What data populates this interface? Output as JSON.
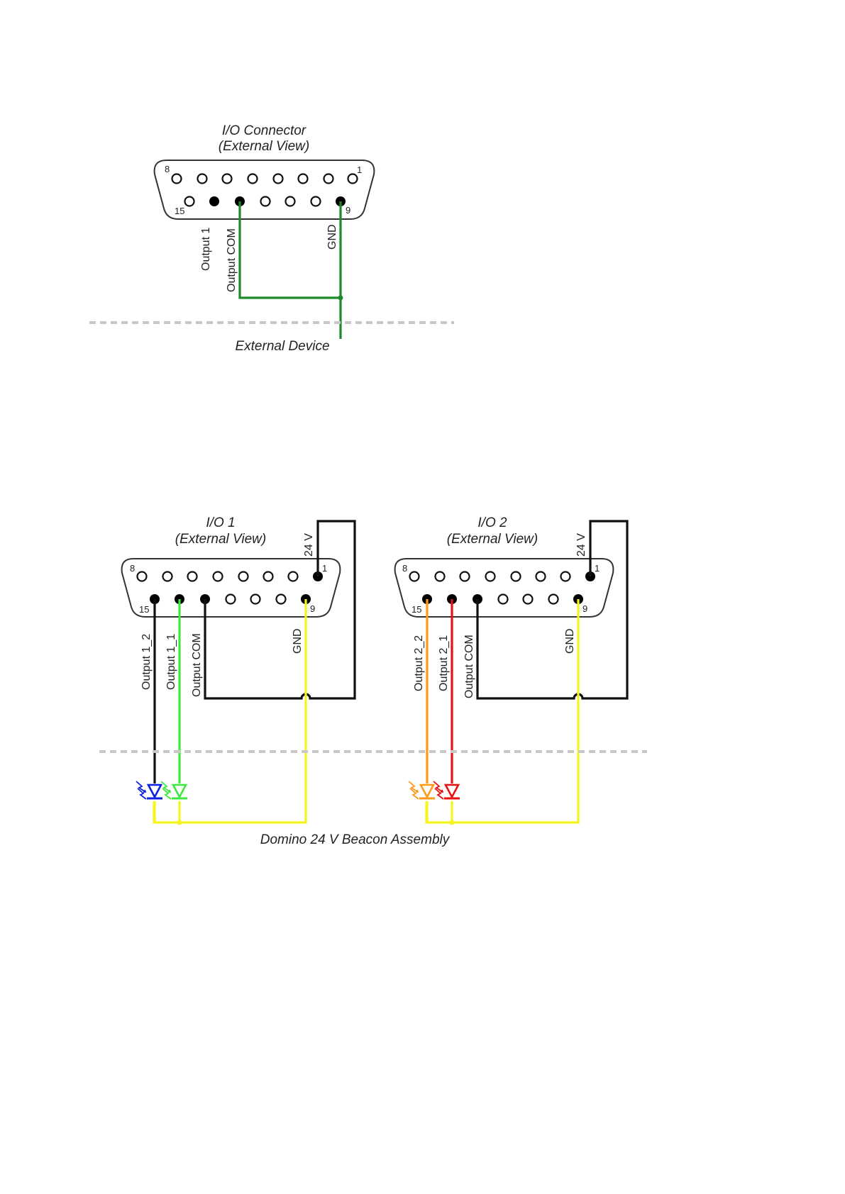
{
  "colors": {
    "wire_black": "#111111",
    "wire_green_dark": "#1f8a2a",
    "wire_green_bright": "#3ee83e",
    "wire_yellow": "#f5f51e",
    "wire_orange": "#ff9a1a",
    "wire_red": "#e81010",
    "led_blue": "#1020e0",
    "separator": "#c8c8c8"
  },
  "diagram1": {
    "title_line1": "I/O Connector",
    "title_line2": "(External View)",
    "pin_8": "8",
    "pin_1": "1",
    "pin_15": "15",
    "pin_9": "9",
    "label_output1": "Output 1",
    "label_output_com": "Output COM",
    "label_gnd": "GND",
    "separator_label": "External Device"
  },
  "io1": {
    "title_line1": "I/O 1",
    "title_line2": "(External View)",
    "label_24v": "24 V",
    "pin_8": "8",
    "pin_1": "1",
    "pin_15": "15",
    "pin_9": "9",
    "label_output_1_2": "Output 1_2",
    "label_output_1_1": "Output 1_1",
    "label_output_com": "Output COM",
    "label_gnd": "GND"
  },
  "io2": {
    "title_line1": "I/O 2",
    "title_line2": "(External View)",
    "label_24v": "24 V",
    "pin_8": "8",
    "pin_1": "1",
    "pin_15": "15",
    "pin_9": "9",
    "label_output_2_2": "Output 2_2",
    "label_output_2_1": "Output 2_1",
    "label_output_com": "Output COM",
    "label_gnd": "GND"
  },
  "beacon": {
    "label": "Domino 24 V Beacon Assembly",
    "leds": [
      "blue-led-icon",
      "green-led-icon",
      "orange-led-icon",
      "red-led-icon"
    ]
  }
}
